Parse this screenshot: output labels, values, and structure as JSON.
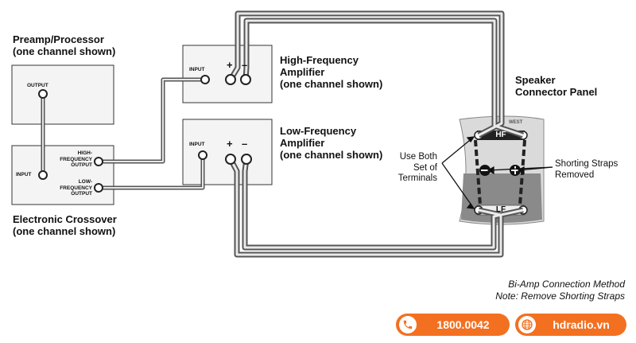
{
  "preamp": {
    "title": "Preamp/Processor\n(one channel shown)",
    "output_label": "OUTPUT"
  },
  "crossover": {
    "title": "Electronic Crossover\n(one channel shown)",
    "input_label": "INPUT",
    "high_output_label": "HIGH-\nFREQUENCY\nOUTPUT",
    "low_output_label": "LOW-\nFREQUENCY\nOUTPUT"
  },
  "hf_amp": {
    "title": "High-Frequency\nAmplifier\n(one channel shown)",
    "input_label": "INPUT",
    "plus": "+",
    "minus": "–"
  },
  "lf_amp": {
    "title": "Low-Frequency\nAmplifier\n(one channel shown)",
    "input_label": "INPUT",
    "plus": "+",
    "minus": "–"
  },
  "speaker_panel": {
    "title": "Speaker\nConnector Panel",
    "hf_label": "HF",
    "lf_label": "LF",
    "brand_text": "WEST"
  },
  "callouts": {
    "use_both": "Use Both\nSet of\nTerminals",
    "straps": "Shorting Straps\nRemoved"
  },
  "caption": {
    "line1": "Bi-Amp Connection Method",
    "line2": "Note: Remove Shorting Straps"
  },
  "footer": {
    "phone": "1800.0042",
    "website": "hdradio.vn",
    "phone_icon": "phone-icon",
    "web_icon": "globe-icon"
  },
  "colors": {
    "accent": "#f37021",
    "panel_gray": "#8a8a8a",
    "box_fill": "#f4f4f4"
  }
}
